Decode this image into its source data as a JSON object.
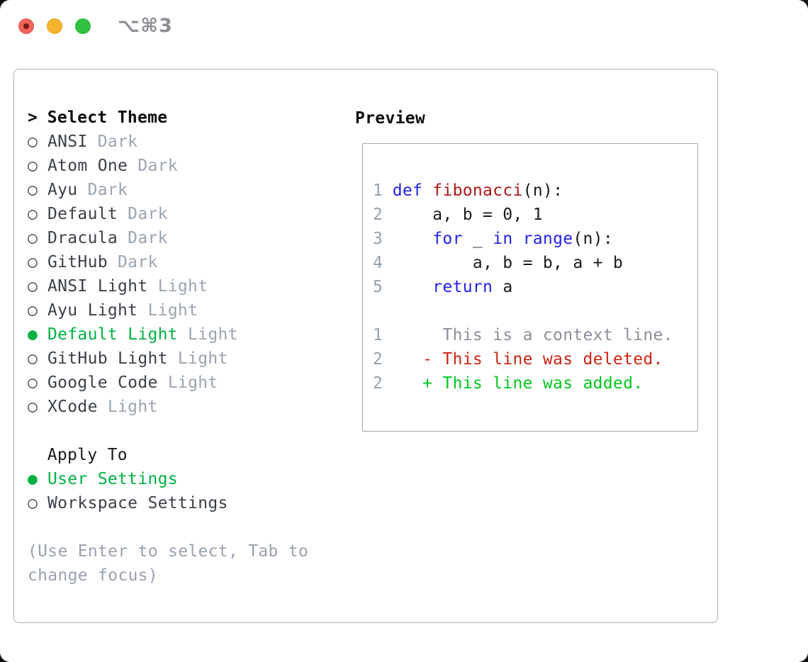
{
  "titlebar": {
    "shortcut": "⌥⌘3"
  },
  "icons": {
    "prompt": ">",
    "radio_unselected": "○",
    "radio_selected": "●"
  },
  "colors": {
    "accent_green": "#00b242",
    "added_green": "#00c81e",
    "deleted_red": "#cc2414",
    "keyword_blue": "#2222e6",
    "function_red": "#ae1717",
    "muted_gray": "#9aa5b2",
    "traffic_red": "#f2635a",
    "traffic_yellow": "#f6b42e",
    "traffic_green": "#30c13e"
  },
  "selector": {
    "title": "Select Theme",
    "themes": [
      {
        "name": "ANSI",
        "variant": "Dark",
        "selected": false
      },
      {
        "name": "Atom One",
        "variant": "Dark",
        "selected": false
      },
      {
        "name": "Ayu",
        "variant": "Dark",
        "selected": false
      },
      {
        "name": "Default",
        "variant": "Dark",
        "selected": false
      },
      {
        "name": "Dracula",
        "variant": "Dark",
        "selected": false
      },
      {
        "name": "GitHub",
        "variant": "Dark",
        "selected": false
      },
      {
        "name": "ANSI Light",
        "variant": "Light",
        "selected": false
      },
      {
        "name": "Ayu Light",
        "variant": "Light",
        "selected": false
      },
      {
        "name": "Default Light",
        "variant": "Light",
        "selected": true
      },
      {
        "name": "GitHub Light",
        "variant": "Light",
        "selected": false
      },
      {
        "name": "Google Code",
        "variant": "Light",
        "selected": false
      },
      {
        "name": "XCode",
        "variant": "Light",
        "selected": false
      }
    ],
    "apply_to": {
      "title": "Apply To",
      "options": [
        {
          "name": "User Settings",
          "selected": true
        },
        {
          "name": "Workspace Settings",
          "selected": false
        }
      ]
    },
    "hint_lines": [
      "(Use Enter to select, Tab to",
      "change focus)"
    ]
  },
  "preview": {
    "title": "Preview",
    "lines": [
      {
        "num": "1",
        "tokens": [
          {
            "t": "def",
            "c": "keyword"
          },
          {
            "t": " ",
            "c": "plain"
          },
          {
            "t": "fibonacci",
            "c": "function"
          },
          {
            "t": "(n):",
            "c": "plain"
          }
        ]
      },
      {
        "num": "2",
        "tokens": [
          {
            "t": "    a, b = 0, 1",
            "c": "plain"
          }
        ]
      },
      {
        "num": "3",
        "tokens": [
          {
            "t": "    ",
            "c": "plain"
          },
          {
            "t": "for",
            "c": "keyword"
          },
          {
            "t": " _ ",
            "c": "plain"
          },
          {
            "t": "in",
            "c": "keyword"
          },
          {
            "t": " ",
            "c": "plain"
          },
          {
            "t": "range",
            "c": "keyword"
          },
          {
            "t": "(n):",
            "c": "plain"
          }
        ]
      },
      {
        "num": "4",
        "tokens": [
          {
            "t": "        a, b = b, a + b",
            "c": "plain"
          }
        ]
      },
      {
        "num": "5",
        "tokens": [
          {
            "t": "    ",
            "c": "plain"
          },
          {
            "t": "return",
            "c": "keyword"
          },
          {
            "t": " a",
            "c": "plain"
          }
        ]
      },
      {
        "num": "",
        "tokens": []
      },
      {
        "num": "1",
        "tokens": [
          {
            "t": "     This is a context line.",
            "c": "context"
          }
        ]
      },
      {
        "num": "2",
        "tokens": [
          {
            "t": "   - This line was deleted.",
            "c": "deleted"
          }
        ]
      },
      {
        "num": "2",
        "tokens": [
          {
            "t": "   + This line was added.",
            "c": "added"
          }
        ]
      }
    ]
  }
}
